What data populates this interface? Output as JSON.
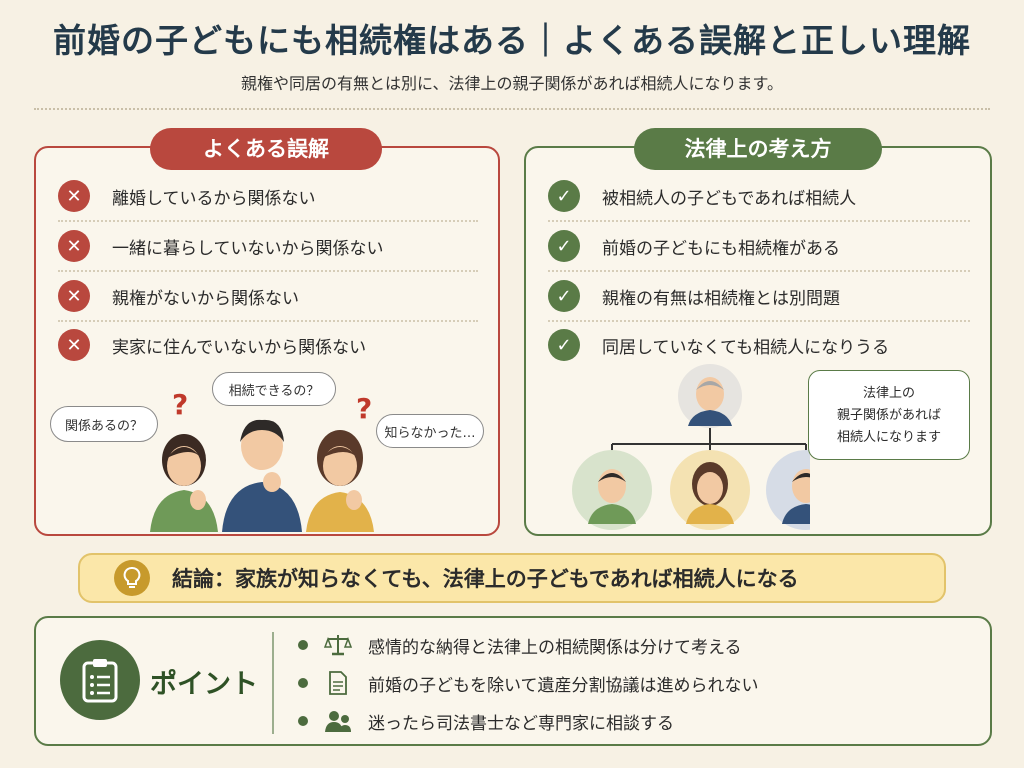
{
  "header": {
    "title": "前婚の子どもにも相続権はある｜よくある誤解と正しい理解",
    "subtitle": "親権や同居の有無とは別に、法律上の親子関係があれば相続人になります。"
  },
  "misconceptions": {
    "heading": "よくある誤解",
    "items": [
      "離婚しているから関係ない",
      "一緒に暮らしていないから関係ない",
      "親権がないから関係ない",
      "実家に住んでいないから関係ない"
    ],
    "bubbles": [
      "関係あるの？",
      "相続できるの？",
      "知らなかった…"
    ]
  },
  "legal_view": {
    "heading": "法律上の考え方",
    "items": [
      "被相続人の子どもであれば相続人",
      "前婚の子どもにも相続権がある",
      "親権の有無は相続権とは別問題",
      "同居していなくても相続人になりうる"
    ],
    "bubble_lines": [
      "法律上の",
      "親子関係があれば",
      "相続人になります"
    ]
  },
  "conclusion": {
    "text": "結論：家族が知らなくても、法律上の子どもであれば相続人になる"
  },
  "points": {
    "label": "ポイント",
    "items": [
      {
        "icon": "scales-icon",
        "text": "感情的な納得と法律上の相続関係は分けて考える"
      },
      {
        "icon": "document-icon",
        "text": "前婚の子どもを除いて遺産分割協議は進められない"
      },
      {
        "icon": "consultant-icon",
        "text": "迷ったら司法書士など専門家に相談する"
      }
    ]
  },
  "colors": {
    "accent_red": "#b9483e",
    "accent_green": "#5a7b47",
    "conclusion_bg": "#fbe7a9",
    "background": "#f7f1e4"
  }
}
